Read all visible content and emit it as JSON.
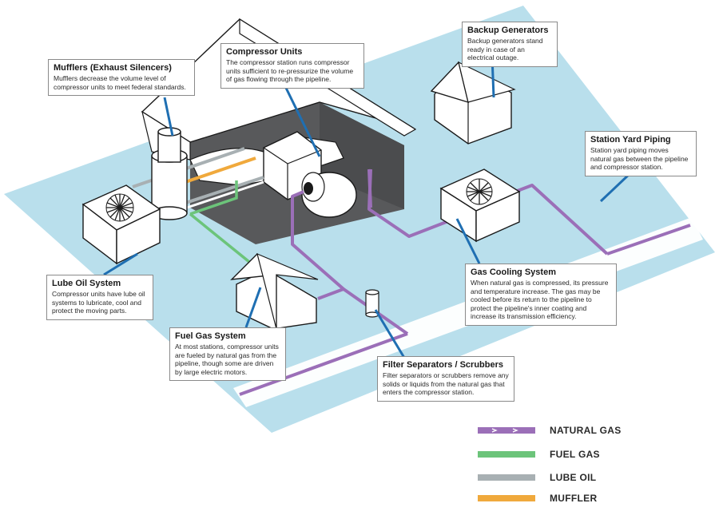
{
  "colors": {
    "ground": "#b9dfec",
    "natural_gas": "#9b6fb8",
    "fuel_gas": "#6cc47a",
    "lube_oil": "#a8b0b3",
    "muffler": "#f0a93c",
    "leader": "#1f6fb2",
    "building_dark": "#58595b"
  },
  "callouts": [
    {
      "id": "mufflers",
      "title": "Mufflers (Exhaust Silencers)",
      "body": "Mufflers decrease the volume level of compressor units to meet federal standards."
    },
    {
      "id": "compressor",
      "title": "Compressor Units",
      "body": "The compressor station runs compressor units sufficient to re-pressurize the volume of gas flowing through the pipeline."
    },
    {
      "id": "backup",
      "title": "Backup Generators",
      "body": "Backup generators stand ready in case of an electrical outage."
    },
    {
      "id": "yard",
      "title": "Station Yard Piping",
      "body": "Station yard piping moves natural gas between the pipeline and compressor station."
    },
    {
      "id": "lube",
      "title": "Lube Oil System",
      "body": "Compressor units have lube oil systems to lubricate, cool and protect the moving parts."
    },
    {
      "id": "cooling",
      "title": "Gas Cooling System",
      "body": "When natural gas is compressed, its pressure and temperature increase. The gas may be cooled before its return to the pipeline to protect the pipeline's inner coating and increase its transmission efficiency."
    },
    {
      "id": "fuel",
      "title": "Fuel Gas System",
      "body": "At most stations, compressor units are fueled by natural gas from the pipeline, though some are driven by large electric motors."
    },
    {
      "id": "filter",
      "title": "Filter Separators / Scrubbers",
      "body": "Filter separators or scrubbers remove any solids or liquids from the natural gas that enters the compressor station."
    }
  ],
  "legend": [
    {
      "label": "NATURAL GAS",
      "color": "#9b6fb8",
      "arrows": true
    },
    {
      "label": "FUEL GAS",
      "color": "#6cc47a",
      "arrows": false
    },
    {
      "label": "LUBE OIL",
      "color": "#a8b0b3",
      "arrows": false
    },
    {
      "label": "MUFFLER",
      "color": "#f0a93c",
      "arrows": false
    }
  ]
}
